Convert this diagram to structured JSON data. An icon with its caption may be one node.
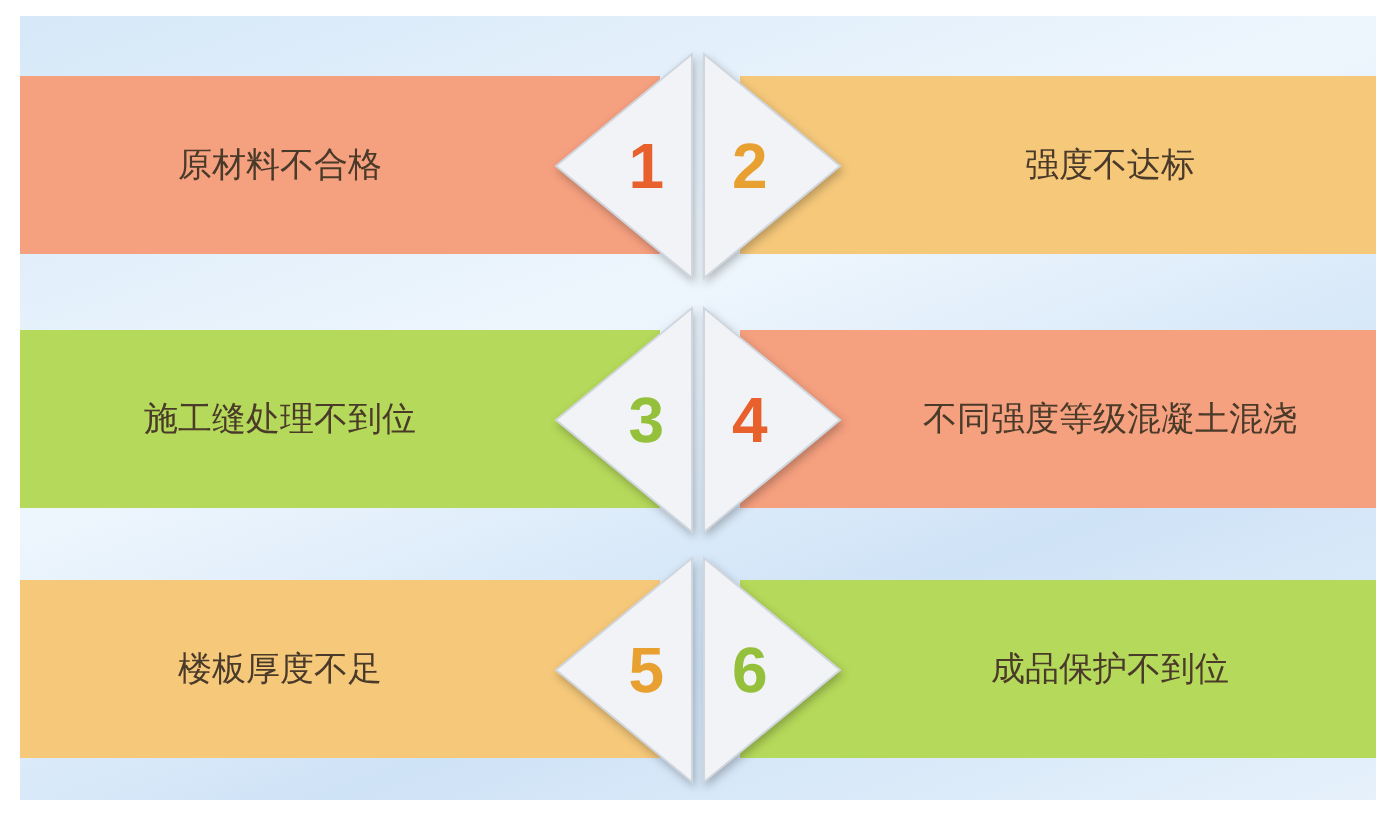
{
  "diagram": {
    "nodes": [
      {
        "text": [
          "原材料不合格"
        ]
      },
      {
        "text": [
          "1"
        ]
      },
      {
        "text": [
          "2"
        ]
      },
      {
        "text": [
          "强度不达标"
        ]
      },
      {
        "text": [
          "施工缝处理不到位"
        ]
      },
      {
        "text": [
          "3"
        ]
      },
      {
        "text": [
          "4"
        ]
      },
      {
        "text": [
          "不同强度等级混凝土混浇"
        ]
      },
      {
        "text": [
          "楼板厚度不足"
        ]
      },
      {
        "text": [
          "5"
        ]
      },
      {
        "text": [
          "6"
        ]
      },
      {
        "text": [
          "成品保护不到位"
        ]
      }
    ]
  }
}
